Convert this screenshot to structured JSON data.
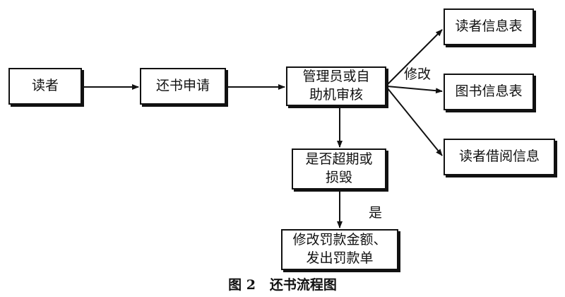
{
  "nodes": {
    "reader": "读者",
    "return_request": "还书申请",
    "admin_review": "管理员或自\n助机审核",
    "reader_info_table": "读者信息表",
    "book_info_table": "图书信息表",
    "reader_borrow_info": "读者借阅信息",
    "overdue_or_damaged": "是否超期或\n损毁",
    "modify_fine": "修改罚款金额、\n发出罚款单"
  },
  "edge_labels": {
    "modify": "修改",
    "yes": "是"
  },
  "caption": "图 2   还书流程图"
}
